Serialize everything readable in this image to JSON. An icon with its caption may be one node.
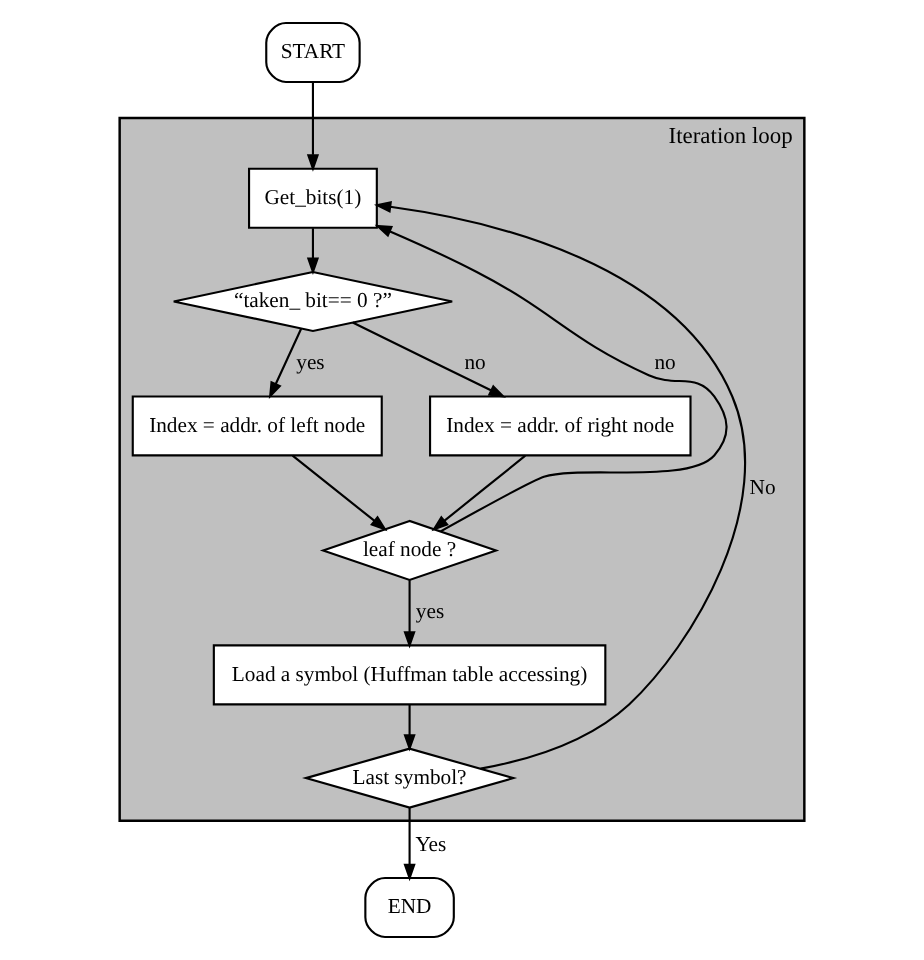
{
  "diagram": {
    "nodes": [
      {
        "text": [
          "START"
        ]
      },
      {
        "text": [
          "Iteration loop"
        ]
      },
      {
        "text": [
          "Get_bits(1)"
        ],
        "in": 1
      },
      {
        "text": [
          "“taken_ bit== 0 ?”"
        ],
        "in": 1
      },
      {
        "text": [
          "Index = addr. of left node"
        ],
        "in": 1
      },
      {
        "text": [
          "Index = addr. of right node"
        ],
        "in": 1
      },
      {
        "text": [
          "leaf node ?"
        ],
        "in": 1
      },
      {
        "text": [
          "Load a symbol (Huffman table accessing)"
        ],
        "in": 1
      },
      {
        "text": [
          "Last symbol?"
        ],
        "in": 1
      },
      {
        "text": [
          "END"
        ]
      }
    ],
    "edges": [
      {
        "from": 0,
        "to": 2,
        "arrow": "to"
      },
      {
        "from": 2,
        "to": 3,
        "arrow": "to"
      },
      {
        "from": 3,
        "to": 4,
        "arrow": "to",
        "label": "yes"
      },
      {
        "from": 3,
        "to": 5,
        "arrow": "to",
        "label": "no"
      },
      {
        "from": 4,
        "to": 6,
        "arrow": "to"
      },
      {
        "from": 5,
        "to": 6,
        "arrow": "to"
      },
      {
        "from": 6,
        "to": 7,
        "arrow": "to",
        "label": "yes"
      },
      {
        "from": 6,
        "to": 2,
        "arrow": "to",
        "label": "no"
      },
      {
        "from": 7,
        "to": 8,
        "arrow": "to"
      },
      {
        "from": 8,
        "to": 2,
        "arrow": "to",
        "label": "No"
      },
      {
        "from": 8,
        "to": 9,
        "arrow": "to",
        "label": "Yes"
      }
    ]
  }
}
